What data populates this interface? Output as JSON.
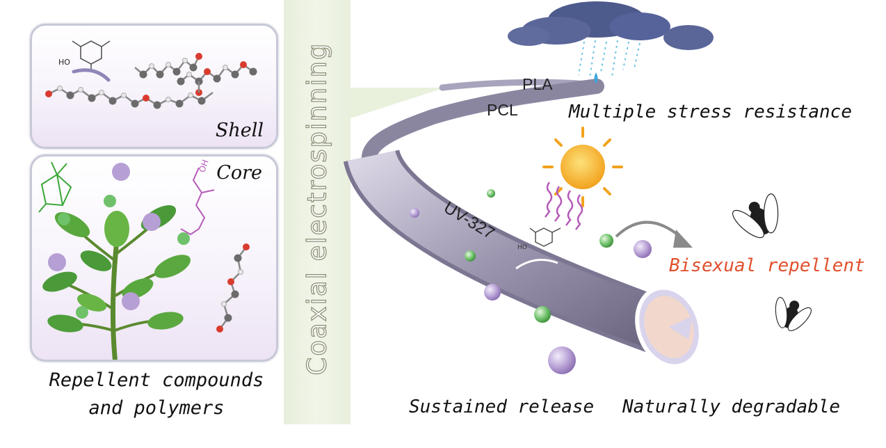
{
  "panels": {
    "shell_label": "Shell",
    "core_label": "Core"
  },
  "left_caption": {
    "line1": "Repellent compounds",
    "line2": "and polymers"
  },
  "process_label": "Coaxial electrospinning",
  "fiber": {
    "outer_label": "PLA",
    "inner_label": "PCL",
    "additive_label": "UV-327"
  },
  "benefits": {
    "stress": "Multiple stress resistance",
    "repellent": "Bisexual repellent",
    "release": "Sustained release",
    "degradable": "Naturally degradable"
  },
  "molecule_text": {
    "hydroxyl": "HO",
    "hydroxyl_fiber": "HO",
    "hydroxyl_core": "OH"
  },
  "colors": {
    "fiber": "#9c96b0",
    "green_sphere": "#6fc16a",
    "purple_sphere": "#b69fd4",
    "repellent_text": "#e0502c",
    "leaf": "#4a9a3a"
  }
}
